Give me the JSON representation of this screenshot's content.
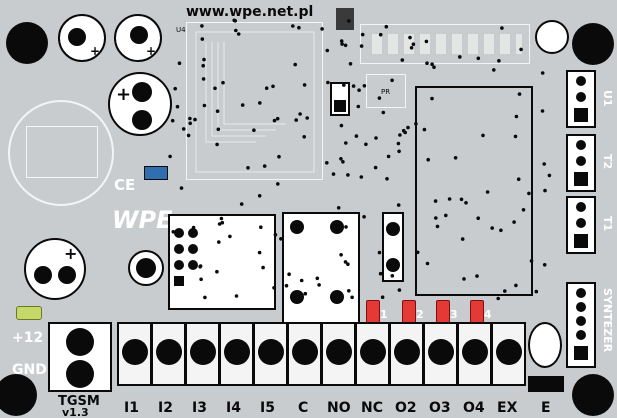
{
  "board": {
    "url": "www.wpe.net.pl",
    "logo": "WPE",
    "ce_mark": "CE",
    "u4_label": "U4",
    "pr_label": "PR",
    "power": {
      "plus": "+12",
      "gnd": "GND"
    },
    "module": {
      "line1": "TGSM",
      "line2": "v1.3"
    },
    "terminals": [
      "I1",
      "I2",
      "I3",
      "I4",
      "I5",
      "C",
      "NO",
      "NC",
      "O2",
      "O3",
      "O4",
      "EX",
      "E"
    ],
    "led_numbers": [
      "1",
      "2",
      "3",
      "4"
    ],
    "side_connectors": [
      "U1",
      "T2",
      "T1",
      "SYNTEZER"
    ]
  },
  "colors": {
    "pcb": "#c9ccce",
    "silkscreen": "#ffffff",
    "led": "#e53935",
    "smd_blue": "#2f6fb0",
    "smd_green": "#c6d86a"
  }
}
